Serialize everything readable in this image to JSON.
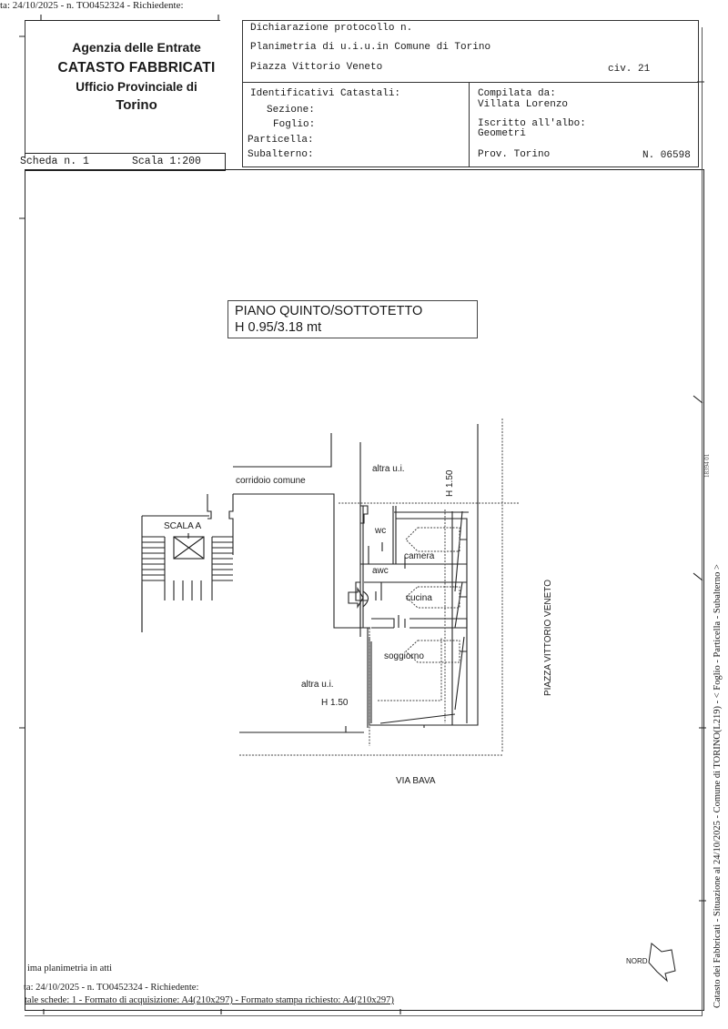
{
  "top_header": {
    "request_line": "ta: 24/10/2025 - n. TO0452324 - Richiedente:"
  },
  "agency": {
    "name": "Agenzia delle Entrate",
    "department": "CATASTO FABBRICATI",
    "office": "Ufficio Provinciale di",
    "city": "Torino"
  },
  "sheet": {
    "scheda": "Scheda n. 1",
    "scala": "Scala 1:200"
  },
  "declaration": {
    "protocol": "Dichiarazione protocollo n.",
    "planimetria": "Planimetria di u.i.u.in Comune di Torino",
    "address": "Piazza Vittorio Veneto",
    "civic": "civ. 21"
  },
  "identifiers": {
    "heading": "Identificativi Catastali:",
    "sezione": "Sezione:",
    "foglio": "Foglio:",
    "particella": "Particella:",
    "subalterno": "Subalterno:"
  },
  "compiler": {
    "label": "Compilata da:",
    "name": "Villata Lorenzo",
    "albo_label": "Iscritto all'albo:",
    "albo": "Geometri",
    "province": "Prov. Torino",
    "number": "N. 06598"
  },
  "plan": {
    "floor_title": "PIANO QUINTO/SOTTOTETTO",
    "height": "H 0.95/3.18 mt",
    "labels": {
      "corridor": "corridoio comune",
      "stair": "SCALA A",
      "other_unit_top": "altra u.i.",
      "height_top": "H 1.50",
      "wc": "wc",
      "awc": "awc",
      "camera": "camera",
      "cucina": "cucina",
      "soggiorno": "soggiorno",
      "other_unit_bottom": "altra u.i.",
      "height_bottom": "H 1.50",
      "street_bottom": "VIA BAVA",
      "street_right": "PIAZZA VITTORIO VENETO",
      "north": "NORD"
    }
  },
  "side_strip": {
    "text": "Catasto dei Fabbricati - Situazione al 24/10/2025 - Comune di TORINO(L219) - < Foglio    - Particella    - Subalterno   >",
    "stamp": "18394 01"
  },
  "footer": {
    "last_plan": "ima planimetria in atti",
    "request_line": "ta: 24/10/2025 - n. TO0452324 - Richiedente:",
    "format_line": "tale schede: 1 - Formato di acquisizione: A4(210x297)  - Formato stampa richiesto: A4(210x297)"
  }
}
